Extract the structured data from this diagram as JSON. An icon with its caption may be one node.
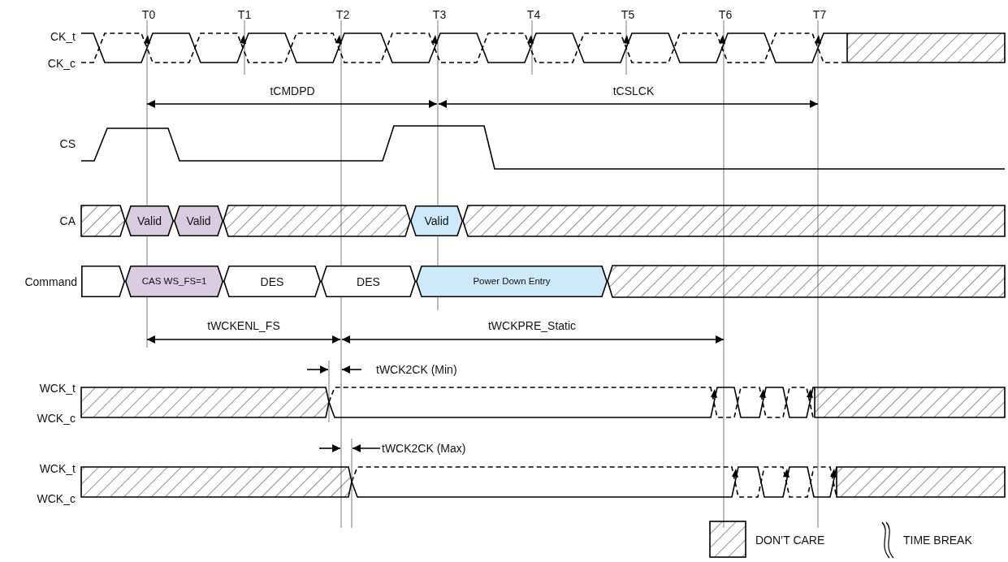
{
  "diagram": {
    "nodes": [
      {
        "text": [
          "Valid"
        ]
      },
      {
        "text": [
          "Valid"
        ]
      },
      {
        "text": [
          "Valid"
        ]
      },
      {
        "text": [],
        "shape": "box"
      },
      {
        "text": [
          "CAS WS_FS=1"
        ]
      },
      {
        "text": [
          "DES"
        ]
      },
      {
        "text": [
          "DES"
        ]
      },
      {
        "text": [
          "Power Down Entry"
        ]
      }
    ],
    "edges": [],
    "labels": [
      "T0",
      "T1",
      "T2",
      "T3",
      "T4",
      "T5",
      "T6",
      "T7",
      "CK_t",
      "CK_c",
      "tCMDPD",
      "tCSLCK",
      "CS",
      "CA",
      "Command",
      "tWCKENL_FS",
      "tWCKPRE_Static",
      "tWCK2CK (Min)",
      "WCK_t",
      "WCK_c",
      "tWCK2CK (Max)",
      "WCK_t",
      "WCK_c"
    ],
    "legend": [
      {
        "text": "DON’T CARE"
      },
      {
        "text": "TIME BREAK"
      }
    ]
  }
}
